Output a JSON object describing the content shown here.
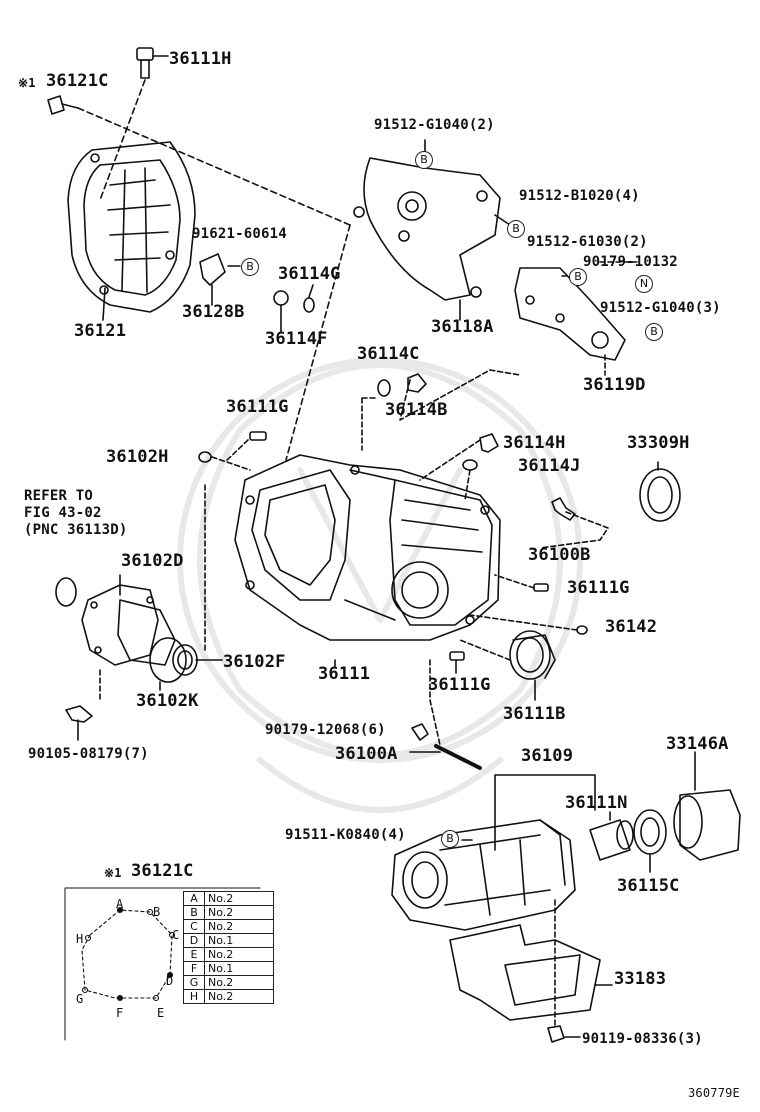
{
  "diagram_id": "360779E",
  "labels": {
    "l36111H": "36111H",
    "l36121C": "36121C",
    "note1": "※1",
    "l36121": "36121",
    "l91621": "91621-60614",
    "l36128B": "36128B",
    "l36114G": "36114G",
    "l36114F": "36114F",
    "l91512G2": "91512-G1040(2)",
    "l91512B4": "91512-B1020(4)",
    "l91512_61030": "91512-61030(2)",
    "l90179_10132": "90179-10132",
    "l91512G3": "91512-G1040(3)",
    "l36118A": "36118A",
    "l36114C": "36114C",
    "l36114B": "36114B",
    "l36119D": "36119D",
    "l36111G_a": "36111G",
    "l36102H": "36102H",
    "l36114H": "36114H",
    "l36114J": "36114J",
    "l33309H": "33309H",
    "refer1": "REFER TO",
    "refer2": "FIG 43-02",
    "refer3": "(PNC 36113D)",
    "l36102D": "36102D",
    "l36100B": "36100B",
    "l36111G_b": "36111G",
    "l36142": "36142",
    "l36102F": "36102F",
    "l36111": "36111",
    "l36102K": "36102K",
    "l36111G_c": "36111G",
    "l36111B": "36111B",
    "l90179_12068": "90179-12068(6)",
    "l36100A": "36100A",
    "l36109": "36109",
    "l33146A": "33146A",
    "l90105": "90105-08179(7)",
    "l36111N": "36111N",
    "l91511": "91511-K0840(4)",
    "l36115C": "36115C",
    "l36121C_b": "36121C",
    "note1b": "※1",
    "l33183": "33183",
    "l90119": "90119-08336(3)"
  },
  "bubbles": {
    "b": "B",
    "n": "N"
  },
  "inset_table": [
    {
      "key": "A",
      "value": "No.2"
    },
    {
      "key": "B",
      "value": "No.2"
    },
    {
      "key": "C",
      "value": "No.2"
    },
    {
      "key": "D",
      "value": "No.1"
    },
    {
      "key": "E",
      "value": "No.2"
    },
    {
      "key": "F",
      "value": "No.1"
    },
    {
      "key": "G",
      "value": "No.2"
    },
    {
      "key": "H",
      "value": "No.2"
    }
  ],
  "inset_points": {
    "A": "A",
    "B": "B",
    "C": "C",
    "D": "D",
    "E": "E",
    "F": "F",
    "G": "G",
    "H": "H"
  }
}
